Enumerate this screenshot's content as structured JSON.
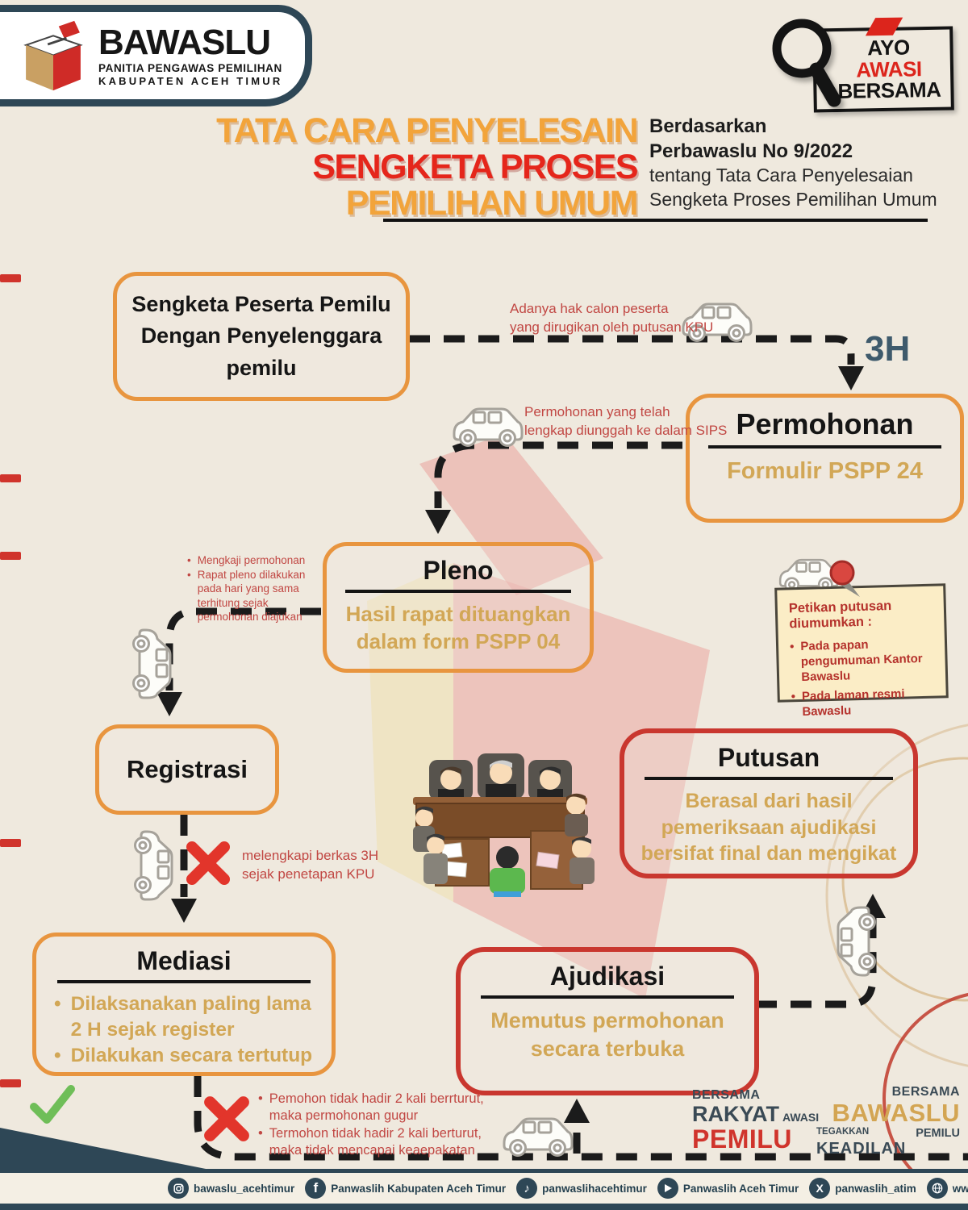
{
  "logo": {
    "name": "BAWASLU",
    "sub1": "PANITIA PENGAWAS PEMILIHAN",
    "sub2": "KABUPATEN ACEH TIMUR"
  },
  "badge": {
    "word1": "AYO",
    "word2": "AWASI",
    "word3": "BERSAMA"
  },
  "title": {
    "line1": "TATA CARA PENYELESAIN",
    "line2": "SENGKETA PROSES",
    "line3": "PEMILIHAN UMUM"
  },
  "basis": {
    "line1": "Berdasarkan",
    "line2": "Perbawaslu No 9/2022",
    "line3": "tentang Tata Cara Penyelesaian",
    "line4": "Sengketa Proses Pemilihan Umum"
  },
  "flow": {
    "sengketa_box": "Sengketa Peserta Pemilu Dengan Penyelenggara pemilu",
    "kpu_note": "Adanya hak calon peserta\nyang dirugikan oleh putusan KPU",
    "deadline": "3H",
    "permohonan": {
      "title": "Permohonan",
      "body": "Formulir PSPP 24"
    },
    "sips_note": "Permohonan yang telah\nlengkap  diunggah ke dalam SIPS",
    "pleno": {
      "title": "Pleno",
      "body": "Hasil rapat dituangkan dalam form PSPP 04",
      "bullet1": "Mengkaji permohonan",
      "bullet2": "Rapat pleno dilakukan pada hari yang sama terhitung sejak permohonan diajukan"
    },
    "sticky": {
      "title": "Petikan putusan diumumkan :",
      "bullet1": "Pada papan pengumuman Kantor Bawaslu",
      "bullet2": "Pada laman resmi Bawaslu"
    },
    "registrasi": "Registrasi",
    "berkas_note": "melengkapi berkas 3H\nsejak penetapan KPU",
    "mediasi": {
      "title": "Mediasi",
      "bullet1": "Dilaksanakan paling lama 2 H sejak register",
      "bullet2": "Dilakukan secara tertutup"
    },
    "gugur_note": {
      "bullet1": "Pemohon tidak hadir 2 kali berrturut, maka permohonan gugur",
      "bullet2": "Termohon tidak hadir  2 kali berturut, maka tidak mencapai keaepakatan"
    },
    "ajudikasi": {
      "title": "Ajudikasi",
      "body": "Memutus permohonan secara terbuka"
    },
    "putusan": {
      "title": "Putusan",
      "body": "Berasal dari hasil pemeriksaan ajudikasi bersifat final dan mengikat"
    }
  },
  "slogan_left": {
    "line1": "BERSAMA",
    "line2": "RAKYAT",
    "line2b": "AWASI",
    "line3": "PEMILU"
  },
  "slogan_right": {
    "line1": "BERSAMA",
    "line2": "BAWASLU",
    "line3a": "TEGAKKAN",
    "line3b": "PEMILU",
    "line4": "KEADILAN"
  },
  "footer": {
    "instagram": "bawaslu_acehtimur",
    "facebook": "Panwaslih Kabupaten Aceh Timur",
    "tiktok": "panwaslihacehtimur",
    "youtube": "Panwaslih Aceh Timur",
    "x": "panwaslih_atim",
    "website": "www.acehtimur.bawaslu.go.id"
  },
  "colors": {
    "orange_border": "#E8953F",
    "red_border": "#C9372F",
    "tan_text": "#D2A756",
    "slate": "#2E4756",
    "title_orange": "#F2A43B",
    "title_red": "#E5261B",
    "annotation_red": "#C14743"
  }
}
